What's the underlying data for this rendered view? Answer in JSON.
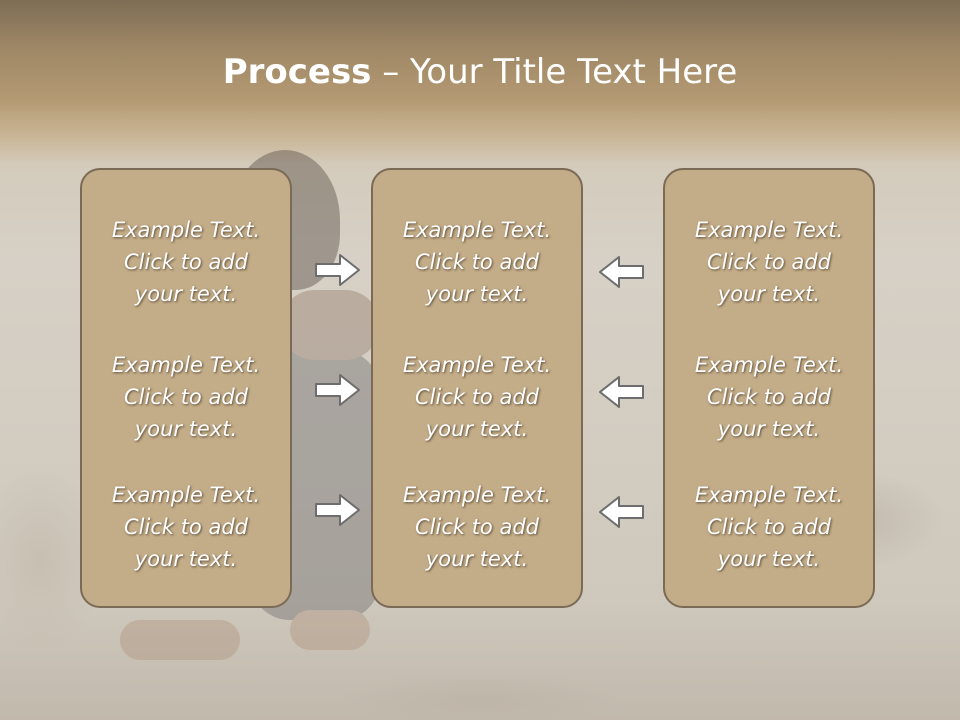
{
  "title": {
    "bold": "Process",
    "rest": " – Your Title Text Here"
  },
  "columns": [
    {
      "items": [
        {
          "line1": "Example Text.",
          "line2": "Click  to add",
          "line3": "your text."
        },
        {
          "line1": "Example Text.",
          "line2": "Click  to add",
          "line3": "your text."
        },
        {
          "line1": "Example Text.",
          "line2": "Click  to add",
          "line3": "your text."
        }
      ]
    },
    {
      "items": [
        {
          "line1": "Example Text.",
          "line2": "Click  to add",
          "line3": "your text."
        },
        {
          "line1": "Example Text.",
          "line2": "Click  to add",
          "line3": "your text."
        },
        {
          "line1": "Example Text.",
          "line2": "Click  to add",
          "line3": "your text."
        }
      ]
    },
    {
      "items": [
        {
          "line1": "Example Text.",
          "line2": "Click  to add",
          "line3": "your text."
        },
        {
          "line1": "Example Text.",
          "line2": "Click  to add",
          "line3": "your text."
        },
        {
          "line1": "Example Text.",
          "line2": "Click  to add",
          "line3": "your text."
        }
      ]
    }
  ],
  "arrows": {
    "left_group": "arrow-right-icon",
    "right_group": "arrow-left-icon"
  },
  "colors": {
    "panel_fill": "#c3ac88",
    "panel_border": "#7a6a56",
    "header_band": "#9f8866"
  }
}
